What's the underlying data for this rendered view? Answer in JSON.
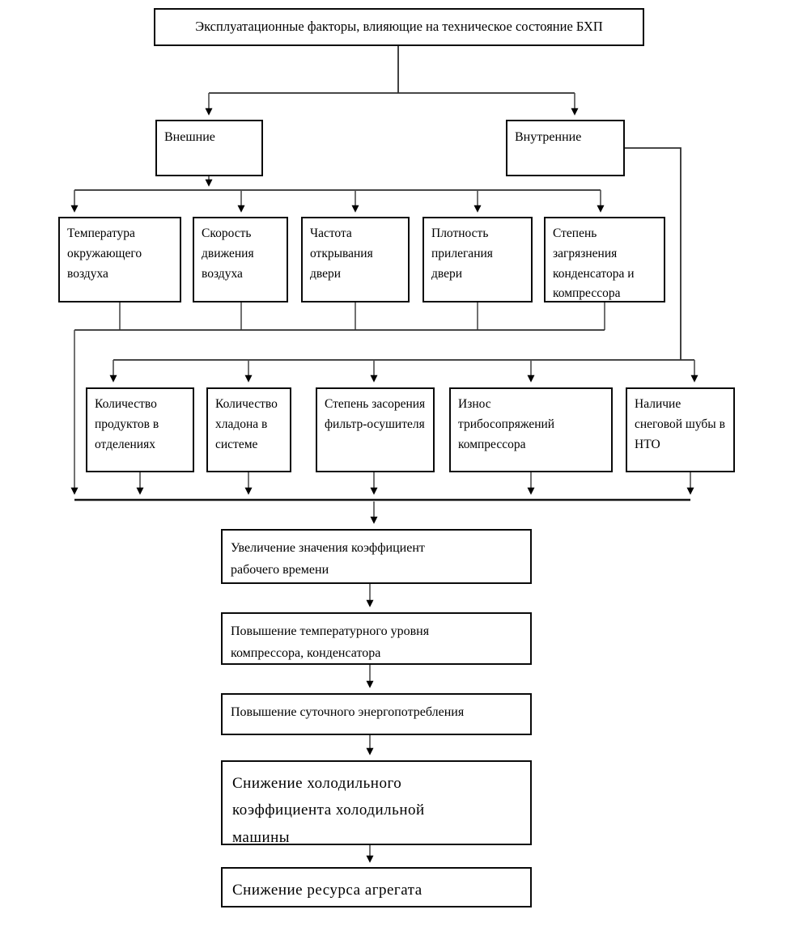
{
  "title": "Эксплуатационные факторы, влияющие на техническое состояние БХП",
  "groups": {
    "external": "Внешние",
    "internal": "Внутренние"
  },
  "external_factors": [
    {
      "label": "Температура окружающего воздуха"
    },
    {
      "label": "Скорость движения воздуха"
    },
    {
      "label": "Частота открывания двери"
    },
    {
      "label": "Плотность прилегания двери"
    },
    {
      "label": "Степень загрязнения конденсатора и компрессора"
    }
  ],
  "internal_factors": [
    {
      "label": "Количество продуктов в отделениях"
    },
    {
      "label": "Количество хладона в системе"
    },
    {
      "label": "Степень засорения фильтр-осушителя"
    },
    {
      "label": "Износ трибосопряжений компрессора"
    },
    {
      "label": "Наличие снеговой шубы в НТО"
    }
  ],
  "effects": [
    {
      "label": "Увеличение  значения коэффициент рабочего времени"
    },
    {
      "label": "Повышение температурного уровня компрессора, конденсатора"
    },
    {
      "label": "Повышение суточного энергопотребления"
    },
    {
      "label": "Снижение холодильного коэффициента холодильной машины"
    },
    {
      "label": "Снижение ресурса агрегата"
    }
  ],
  "colors": {
    "background": "#ffffff",
    "box_border": "#0a0a0a",
    "text": "#000000",
    "connector": "#4d4d4d",
    "arrowhead": "#000000"
  }
}
